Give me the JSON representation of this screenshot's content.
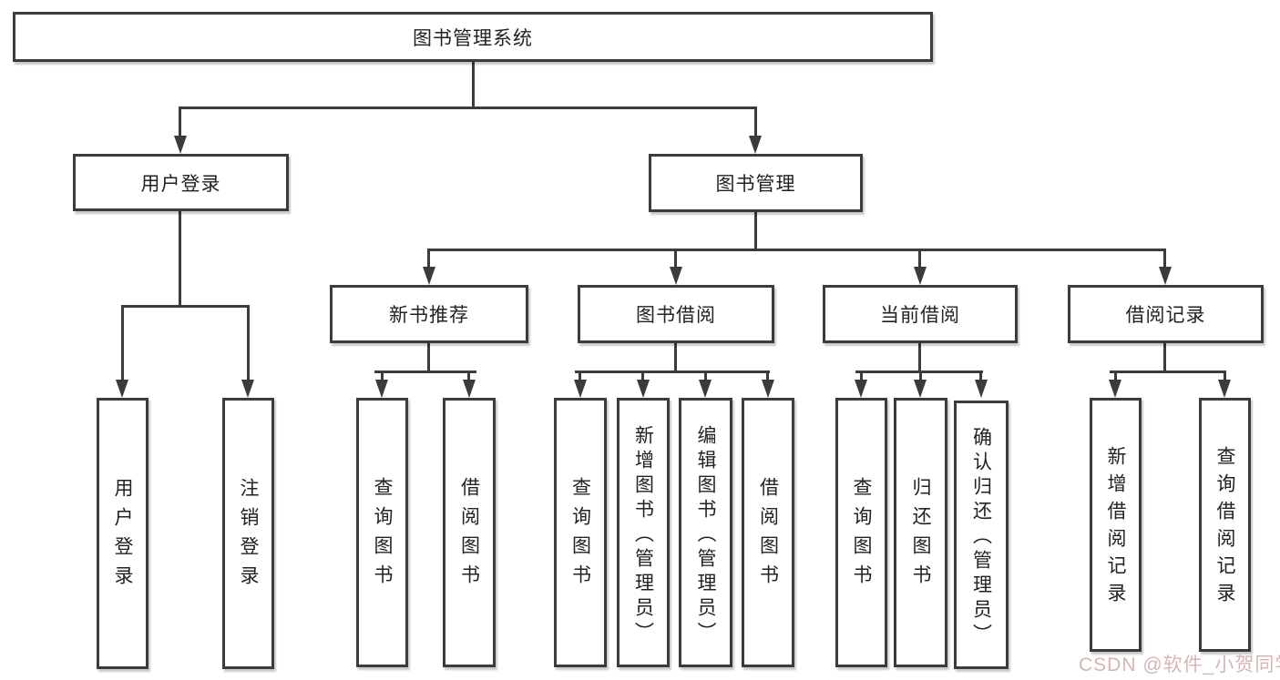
{
  "tree": {
    "root": {
      "label": "图书管理系统"
    },
    "level2": [
      {
        "label": "用户登录"
      },
      {
        "label": "图书管理"
      }
    ],
    "level3": [
      {
        "label": "新书推荐"
      },
      {
        "label": "图书借阅"
      },
      {
        "label": "当前借阅"
      },
      {
        "label": "借阅记录"
      }
    ],
    "leaves": [
      {
        "label": "用户登录"
      },
      {
        "label": "注销登录"
      },
      {
        "label": "查询图书"
      },
      {
        "label": "借阅图书"
      },
      {
        "label": "查询图书"
      },
      {
        "label": "新增图书（管理员）"
      },
      {
        "label": "编辑图书（管理员）"
      },
      {
        "label": "借阅图书"
      },
      {
        "label": "查询图书"
      },
      {
        "label": "归还图书"
      },
      {
        "label": "确认归还（管理员）"
      },
      {
        "label": "新增借阅记录"
      },
      {
        "label": "查询借阅记录"
      }
    ]
  },
  "watermark": {
    "text": "CSDN @软件_小贺同学"
  },
  "colors": {
    "line": "#3b3b3b",
    "box_border": "#3b3b3b",
    "text": "#1f1f1f",
    "background": "#ffffff",
    "watermark": "#d5b0b0"
  }
}
